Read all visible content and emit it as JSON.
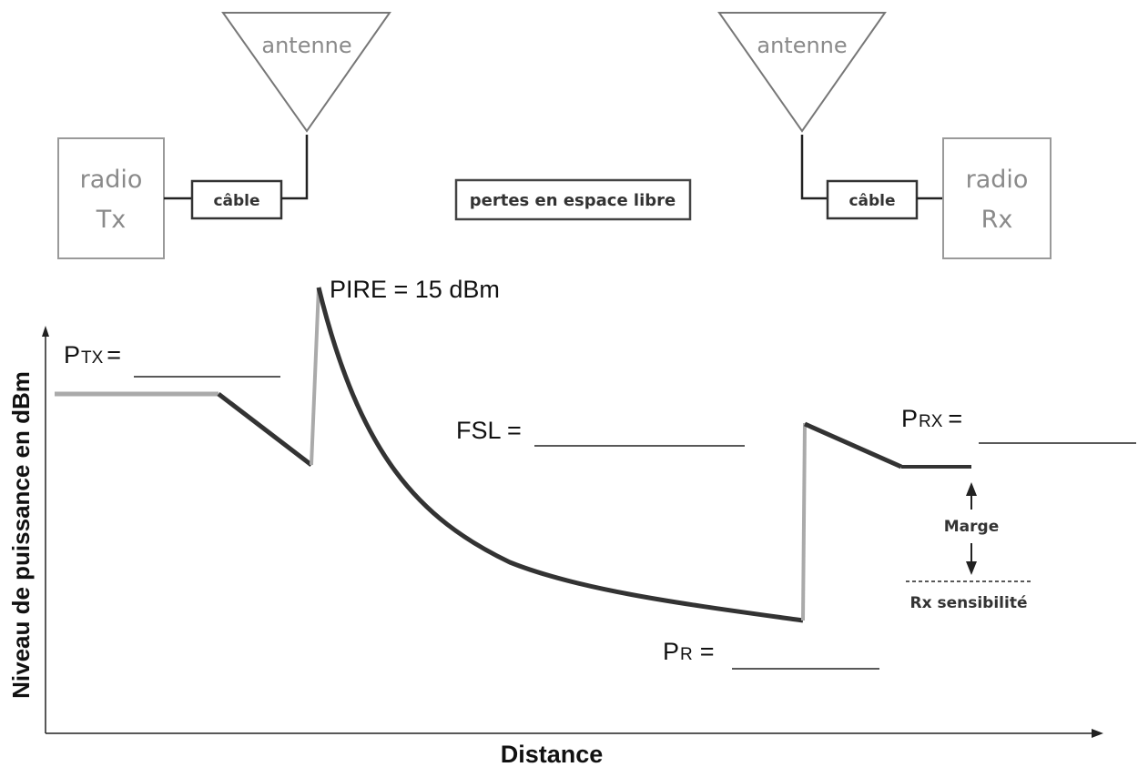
{
  "transmitter": {
    "radio_line1": "radio",
    "radio_line2": "Tx",
    "cable": "câble",
    "antenna": "antenne"
  },
  "free_space": {
    "label": "pertes en espace libre"
  },
  "receiver": {
    "radio_line1": "radio",
    "radio_line2": "Rx",
    "cable": "câble",
    "antenna": "antenne"
  },
  "annotations": {
    "ptx_main": "P",
    "ptx_sub": "TX",
    "ptx_eq": "=",
    "pire": "PIRE = 15 dBm",
    "fsl": "FSL =",
    "pr_main": "P",
    "pr_sub": "R",
    "pr_eq": "=",
    "prx_main": "P",
    "prx_sub": "RX",
    "prx_eq": "=",
    "marge": "Marge",
    "rx_sensitivity": "Rx sensibilité"
  },
  "axes": {
    "y_label": "Niveau de puissance en dBm",
    "x_label": "Distance"
  },
  "colors": {
    "box_gray": "#9a9a9a",
    "line_dark": "#333333",
    "line_light": "#aaaaaa"
  }
}
